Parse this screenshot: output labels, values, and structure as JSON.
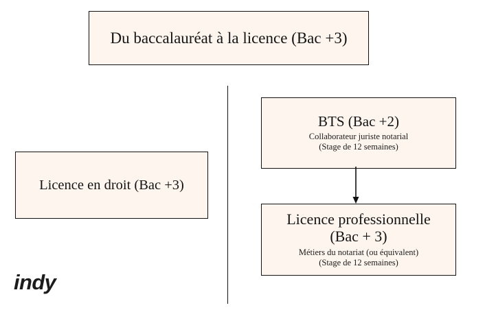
{
  "page": {
    "language": "fr",
    "background_color": "#ffffff",
    "box_fill_color": "#fdf5ee",
    "box_border_color": "#111111",
    "text_color": "#141414"
  },
  "header": {
    "title": "Du baccalauréat à la licence (Bac +3)"
  },
  "divider": {
    "orientation": "vertical",
    "color": "#111111"
  },
  "left_column": {
    "nodes": [
      {
        "id": "licence-droit",
        "title": "Licence en droit (Bac +3)",
        "subtitles": []
      }
    ]
  },
  "right_column": {
    "nodes": [
      {
        "id": "bts",
        "title": "BTS (Bac +2)",
        "subtitle_1": "Collaborateur juriste notarial",
        "subtitle_2": "(Stage de 12 semaines)"
      },
      {
        "id": "licence-pro",
        "title": "Licence professionnelle\n(Bac + 3)",
        "subtitle_1": "Métiers du notariat (ou équivalent)",
        "subtitle_2": "(Stage de 12 semaines)"
      }
    ],
    "connector": {
      "from": "bts",
      "to": "licence-pro",
      "type": "arrow-down",
      "color": "#111111"
    }
  },
  "branding": {
    "logo_text": "indy"
  }
}
